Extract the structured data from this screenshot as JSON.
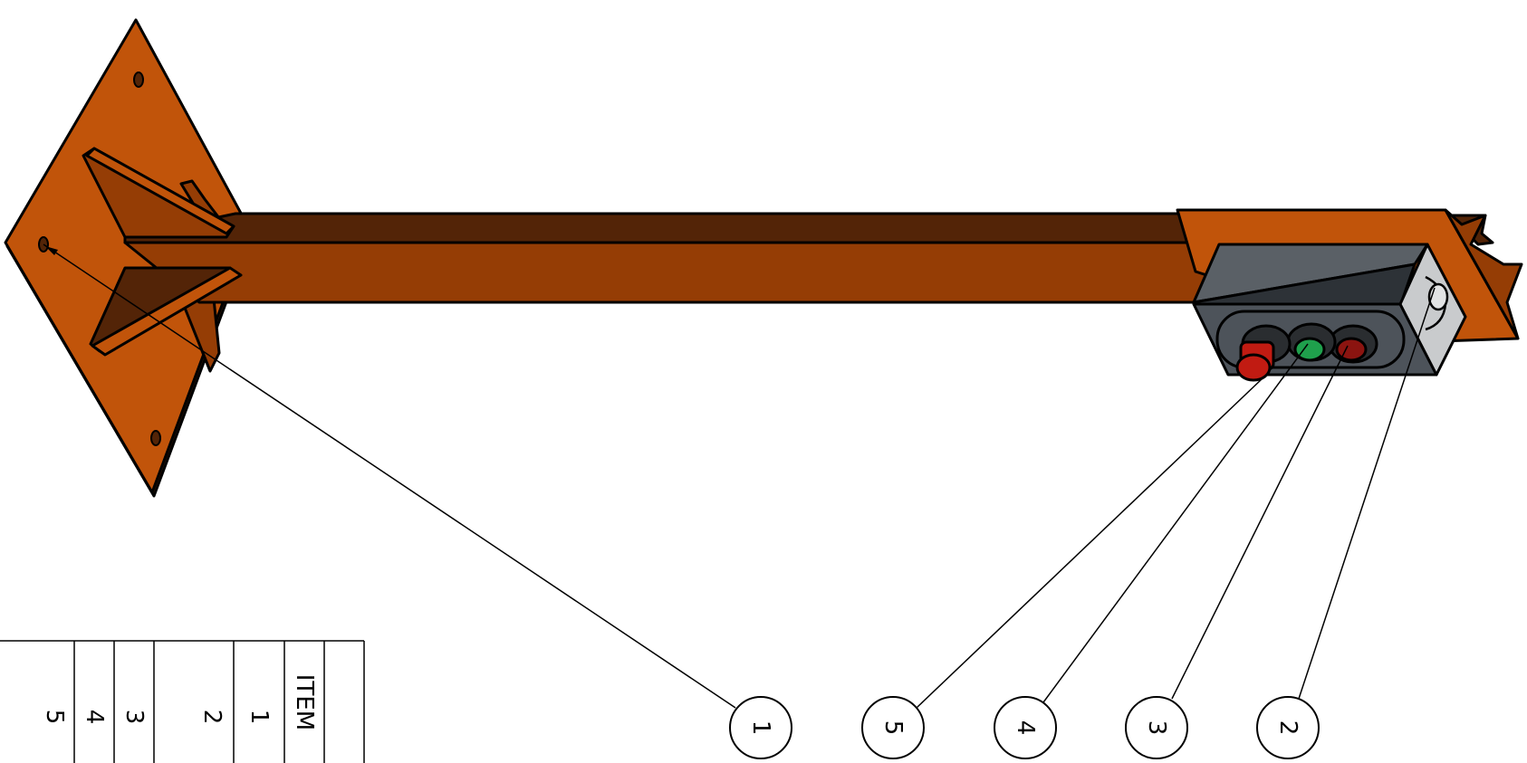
{
  "balloons": [
    {
      "id": "balloon-item-1",
      "label": "1"
    },
    {
      "id": "balloon-item-5",
      "label": "5"
    },
    {
      "id": "balloon-item-4",
      "label": "4"
    },
    {
      "id": "balloon-item-3",
      "label": "3"
    },
    {
      "id": "balloon-item-2",
      "label": "2"
    }
  ],
  "bom": {
    "header": "ITEM",
    "items": [
      "1",
      "2",
      "3",
      "4",
      "5"
    ]
  },
  "colors": {
    "steel_light": "#c1540a",
    "steel_mid": "#953d05",
    "steel_dark": "#532407",
    "box_body": "#4d535a",
    "box_top": "#2d3237",
    "button_red": "#c11b12",
    "button_green": "#1fa04c",
    "button_dark_red": "#8b1410",
    "bracket_grey": "#c9cbcd"
  }
}
